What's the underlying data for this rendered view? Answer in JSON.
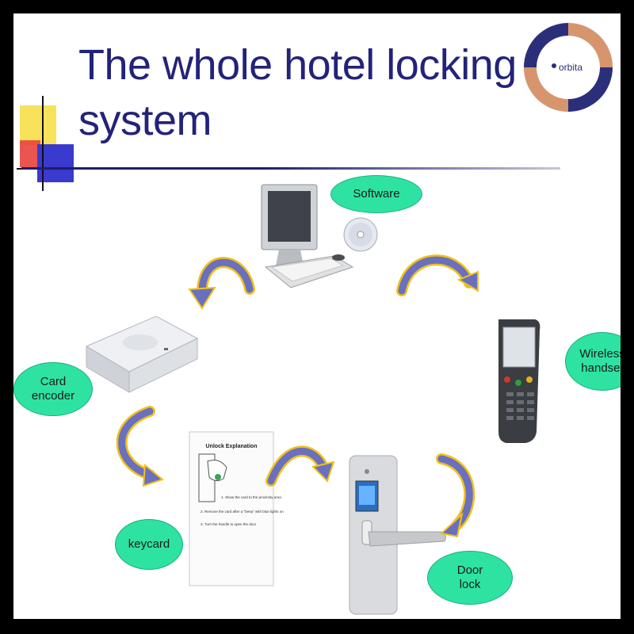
{
  "slide": {
    "title": "The whole hotel locking system",
    "logo_text": "orbita"
  },
  "components": {
    "software": {
      "label": "Software"
    },
    "wireless_handset": {
      "label": "Wireless\nhandset"
    },
    "card_encoder": {
      "label": "Card\nencoder"
    },
    "keycard": {
      "label": "keycard"
    },
    "door_lock": {
      "label": "Door\nlock"
    }
  },
  "keycard_instructions": {
    "heading": "Unlock Explanation",
    "steps": [
      "1. Show the card to the proximity area",
      "2. Remove the card after a \"beep\" with blue lights on",
      "3. Turn the handle to open the door"
    ]
  },
  "colors": {
    "title": "#23237a",
    "oval_fill": "#2ee3a2",
    "arrow_fill": "#6b6fbf",
    "arrow_edge": "#f0c21a",
    "logo_blue": "#2b2f7a",
    "logo_copper": "#d7956e"
  }
}
